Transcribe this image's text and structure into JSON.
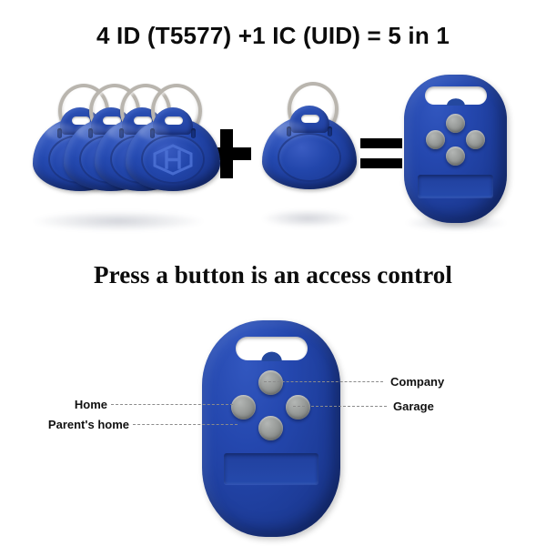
{
  "headings": {
    "top": "4 ID (T5577) +1 IC (UID) = 5 in 1",
    "middle": "Press a button is an access control"
  },
  "equation": {
    "plus_symbol": "+",
    "equals_symbol": "=",
    "id_tag_count": 4,
    "ic_tag_count": 1,
    "result_count": 5
  },
  "product": {
    "body_color": "#2449b0",
    "button_color": "#8c8f8e",
    "ring_color": "#b9b5ae",
    "background_color": "#ffffff",
    "button_count": 4
  },
  "callouts": [
    {
      "label": "Company",
      "side": "right",
      "button": "top"
    },
    {
      "label": "Garage",
      "side": "right",
      "button": "right"
    },
    {
      "label": "Home",
      "side": "left",
      "button": "left"
    },
    {
      "label": "Parent's home",
      "side": "left",
      "button": "bottom"
    }
  ]
}
